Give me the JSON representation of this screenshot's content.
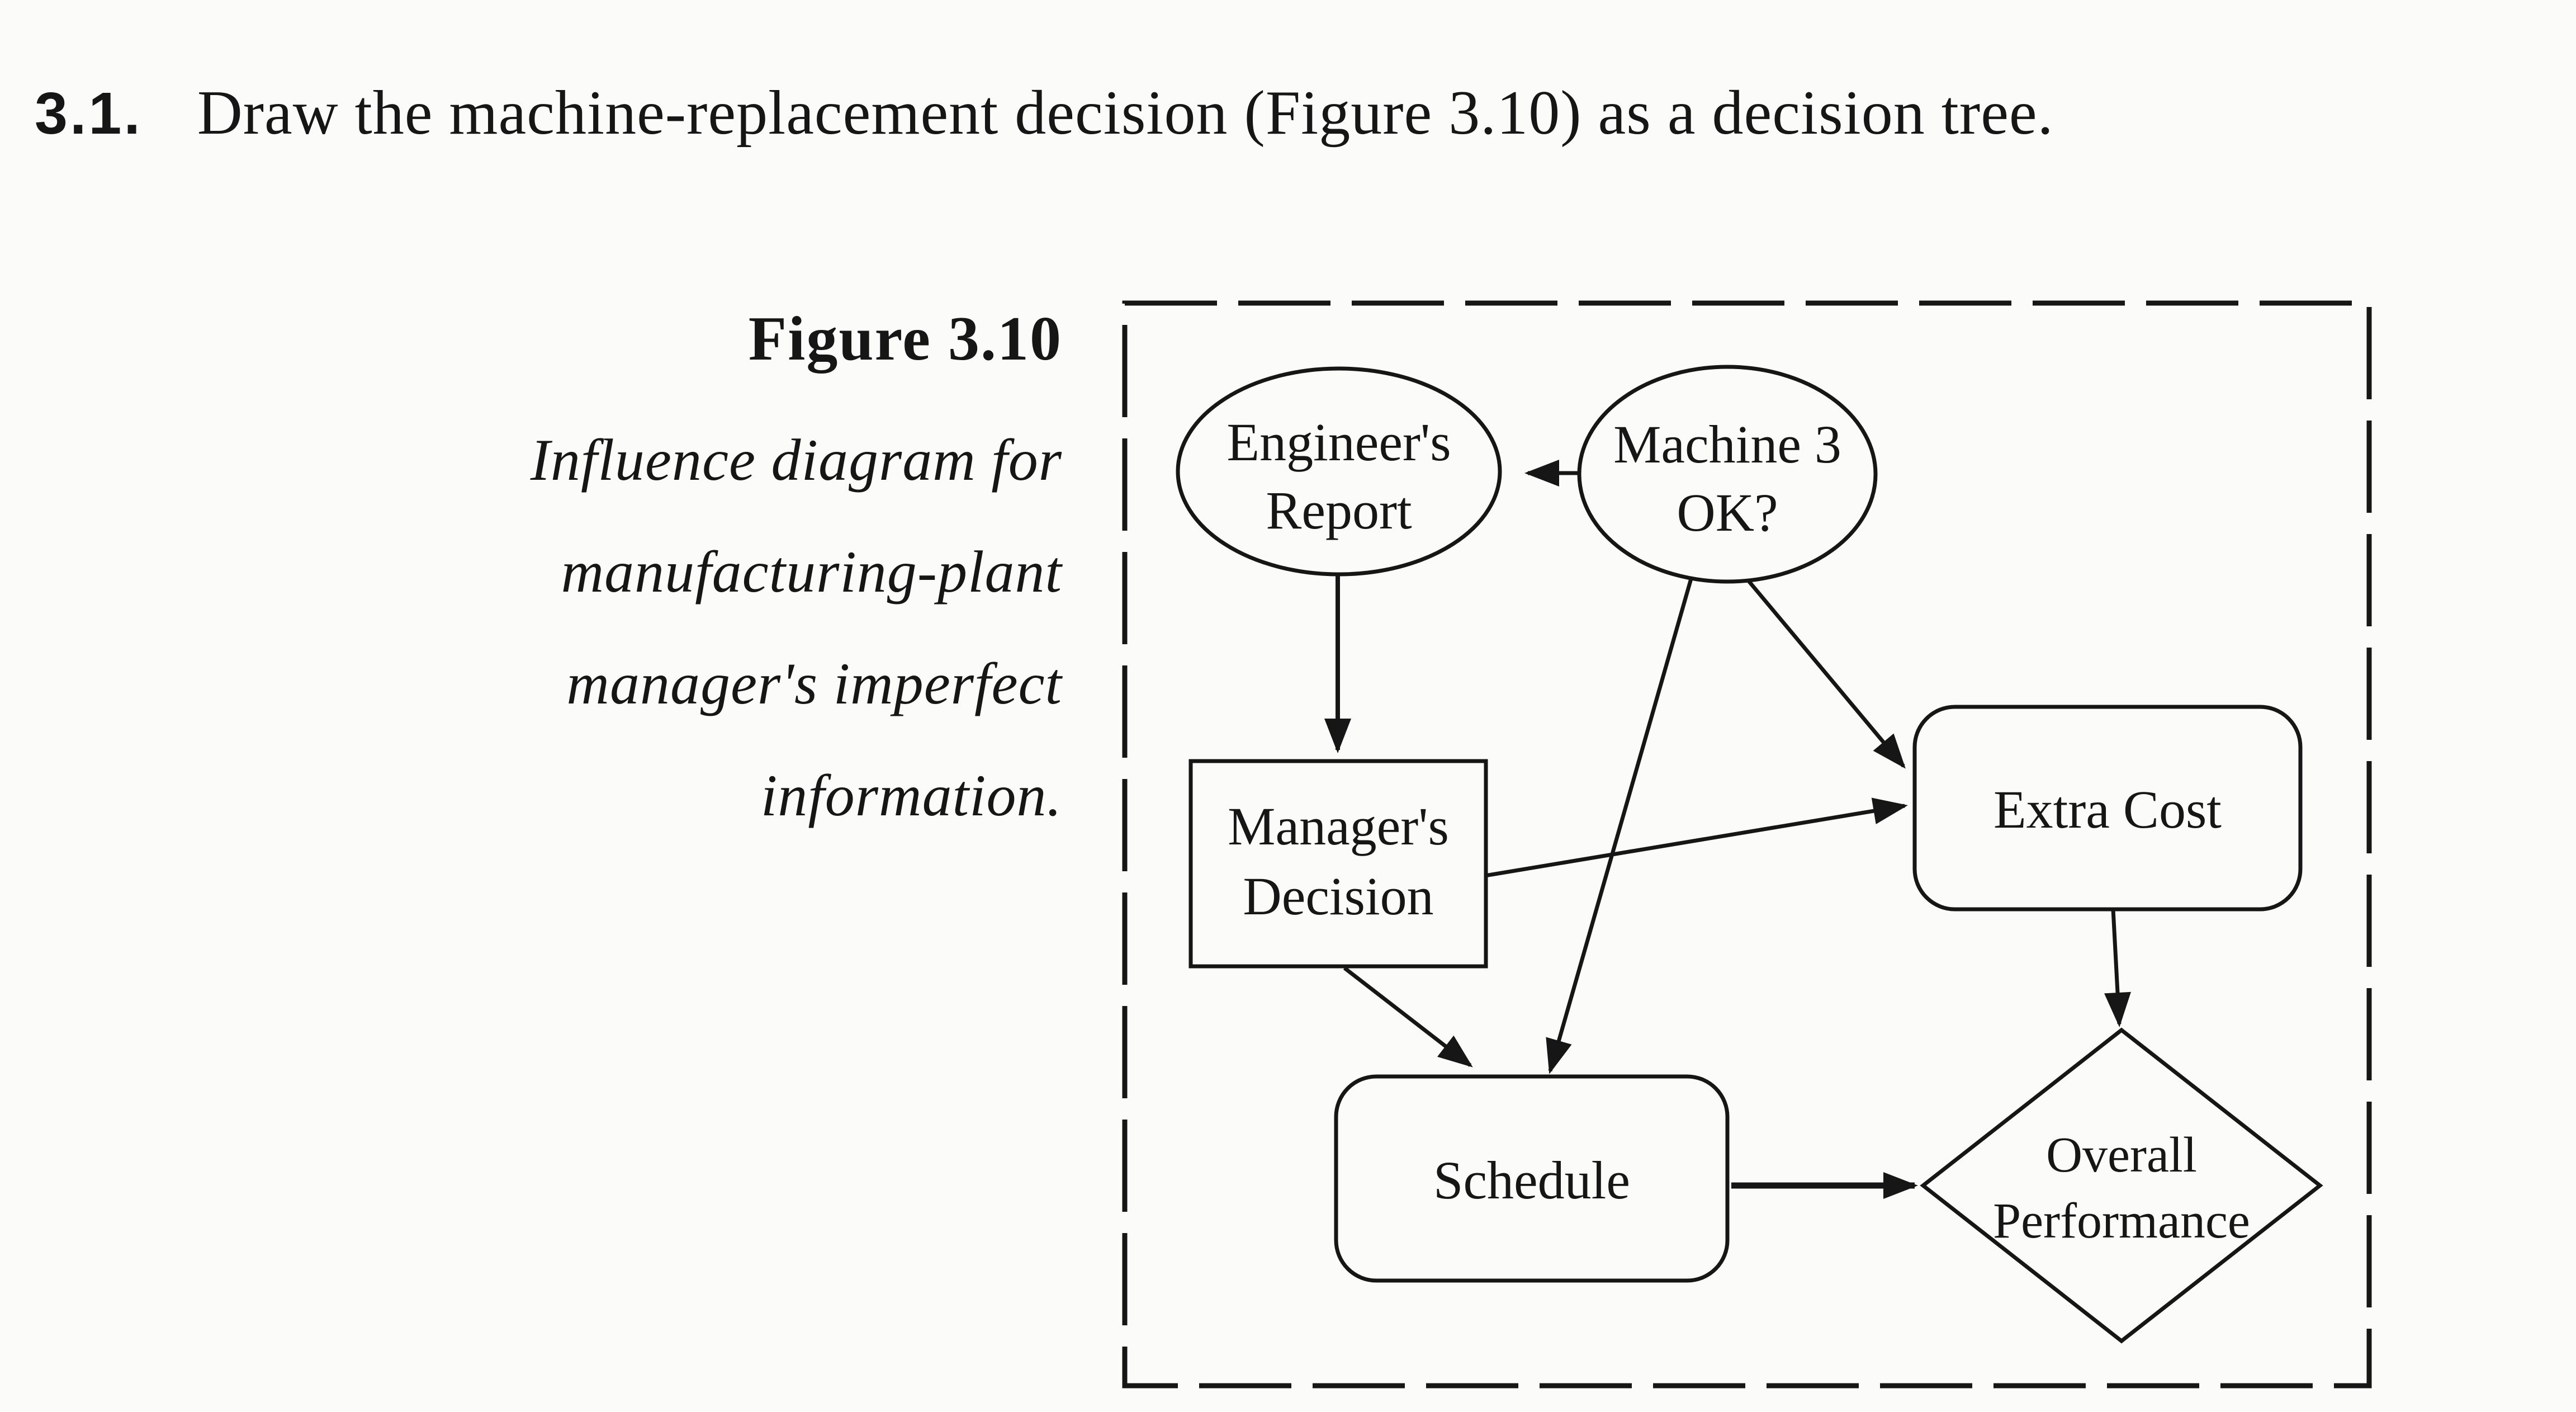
{
  "problem": {
    "number": "3.1.",
    "text": "Draw the machine-replacement decision (Figure 3.10) as a decision tree."
  },
  "figure": {
    "label": "Figure 3.10",
    "caption_lines": [
      "Influence diagram for",
      "manufacturing-plant",
      "manager's imperfect",
      "information."
    ],
    "nodes": [
      {
        "id": "engineers-report",
        "shape": "ellipse",
        "role": "chance",
        "label_lines": [
          "Engineer's",
          "Report"
        ]
      },
      {
        "id": "machine-3-ok",
        "shape": "ellipse",
        "role": "chance",
        "label_lines": [
          "Machine 3",
          "OK?"
        ]
      },
      {
        "id": "managers-decision",
        "shape": "rectangle",
        "role": "decision",
        "label_lines": [
          "Manager's",
          "Decision"
        ]
      },
      {
        "id": "extra-cost",
        "shape": "rounded-rect",
        "role": "consequence",
        "label_lines": [
          "Extra Cost"
        ]
      },
      {
        "id": "schedule",
        "shape": "rounded-rect",
        "role": "consequence",
        "label_lines": [
          "Schedule"
        ]
      },
      {
        "id": "overall-performance",
        "shape": "diamond",
        "role": "payoff",
        "label_lines": [
          "Overall",
          "Performance"
        ]
      }
    ],
    "edges": [
      {
        "from": "machine-3-ok",
        "to": "engineers-report"
      },
      {
        "from": "engineers-report",
        "to": "managers-decision"
      },
      {
        "from": "machine-3-ok",
        "to": "extra-cost"
      },
      {
        "from": "machine-3-ok",
        "to": "schedule"
      },
      {
        "from": "managers-decision",
        "to": "extra-cost"
      },
      {
        "from": "managers-decision",
        "to": "schedule"
      },
      {
        "from": "extra-cost",
        "to": "overall-performance"
      },
      {
        "from": "schedule",
        "to": "overall-performance"
      }
    ]
  },
  "colors": {
    "ink": "#161616",
    "paper": "#fbfbf9"
  }
}
